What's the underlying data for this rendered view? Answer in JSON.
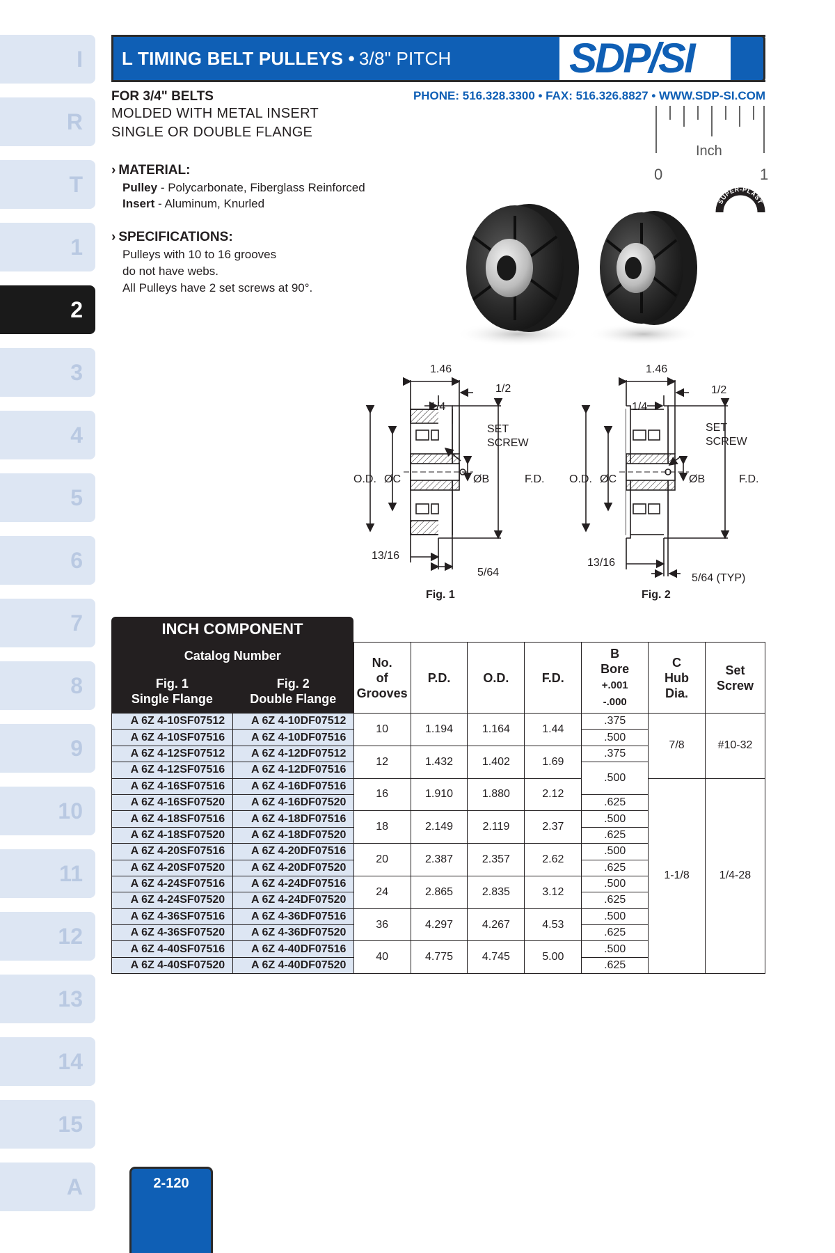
{
  "side_tabs": [
    "I",
    "R",
    "T",
    "1",
    "2",
    "3",
    "4",
    "5",
    "6",
    "7",
    "8",
    "9",
    "10",
    "11",
    "12",
    "13",
    "14",
    "15",
    "A"
  ],
  "active_tab": "2",
  "header": {
    "title_bold": "L TIMING BELT PULLEYS •",
    "title_light": "3/8\" PITCH",
    "logo": "SDP/SI"
  },
  "subtitle": {
    "belts": "FOR 3/4\" BELTS",
    "line1": "MOLDED WITH METAL INSERT",
    "line2": "SINGLE OR DOUBLE FLANGE"
  },
  "contact": "PHONE: 516.328.3300 • FAX: 516.326.8827 • WWW.SDP-SI.COM",
  "ruler": {
    "label": "Inch",
    "start": "0",
    "end": "1"
  },
  "badge_text": "SUPER-PLAST",
  "material": {
    "heading": "MATERIAL:",
    "pulley_label": "Pulley",
    "pulley_text": " - Polycarbonate, Fiberglass Reinforced",
    "insert_label": "Insert",
    "insert_text": " - Aluminum, Knurled"
  },
  "specifications": {
    "heading": "SPECIFICATIONS:",
    "lines": [
      "Pulleys with 10 to 16 grooves",
      "do not have webs.",
      "All Pulleys have 2 set screws at 90°."
    ]
  },
  "figures": {
    "fig1": {
      "caption": "Fig. 1",
      "dim_width": "1.46",
      "dim_half": "1/2",
      "dim_quarter": "1/4",
      "set_screw_1": "SET",
      "set_screw_2": "SCREW",
      "od": "O.D.",
      "c": "ØC",
      "b": "ØB",
      "fd": "F.D.",
      "hub": "13/16",
      "flange": "5/64"
    },
    "fig2": {
      "caption": "Fig. 2",
      "dim_width": "1.46",
      "dim_half": "1/2",
      "dim_quarter": "1/4",
      "set_screw_1": "SET",
      "set_screw_2": "SCREW",
      "od": "O.D.",
      "c": "ØC",
      "b": "ØB",
      "fd": "F.D.",
      "hub": "13/16",
      "flange": "5/64 (TYP)"
    }
  },
  "table": {
    "section_title": "INCH COMPONENT",
    "catalog_title": "Catalog Number",
    "fig1_head_1": "Fig. 1",
    "fig1_head_2": "Single Flange",
    "fig2_head_1": "Fig. 2",
    "fig2_head_2": "Double Flange",
    "grooves_head": [
      "No.",
      "of",
      "Grooves"
    ],
    "pd_head": "P.D.",
    "od_head": "O.D.",
    "fd_head": "F.D.",
    "bore_head": [
      "B",
      "Bore",
      "+.001",
      "-.000"
    ],
    "hub_head": [
      "C",
      "Hub",
      "Dia."
    ],
    "screw_head": [
      "Set",
      "Screw"
    ],
    "rows": [
      {
        "sf": "A 6Z 4-10SF07512",
        "df": "A 6Z 4-10DF07512"
      },
      {
        "sf": "A 6Z 4-10SF07516",
        "df": "A 6Z 4-10DF07516"
      },
      {
        "sf": "A 6Z 4-12SF07512",
        "df": "A 6Z 4-12DF07512"
      },
      {
        "sf": "A 6Z 4-12SF07516",
        "df": "A 6Z 4-12DF07516"
      },
      {
        "sf": "A 6Z 4-16SF07516",
        "df": "A 6Z 4-16DF07516"
      },
      {
        "sf": "A 6Z 4-16SF07520",
        "df": "A 6Z 4-16DF07520"
      },
      {
        "sf": "A 6Z 4-18SF07516",
        "df": "A 6Z 4-18DF07516"
      },
      {
        "sf": "A 6Z 4-18SF07520",
        "df": "A 6Z 4-18DF07520"
      },
      {
        "sf": "A 6Z 4-20SF07516",
        "df": "A 6Z 4-20DF07516"
      },
      {
        "sf": "A 6Z 4-20SF07520",
        "df": "A 6Z 4-20DF07520"
      },
      {
        "sf": "A 6Z 4-24SF07516",
        "df": "A 6Z 4-24DF07516"
      },
      {
        "sf": "A 6Z 4-24SF07520",
        "df": "A 6Z 4-24DF07520"
      },
      {
        "sf": "A 6Z 4-36SF07516",
        "df": "A 6Z 4-36DF07516"
      },
      {
        "sf": "A 6Z 4-36SF07520",
        "df": "A 6Z 4-36DF07520"
      },
      {
        "sf": "A 6Z 4-40SF07516",
        "df": "A 6Z 4-40DF07516"
      },
      {
        "sf": "A 6Z 4-40SF07520",
        "df": "A 6Z 4-40DF07520"
      }
    ],
    "groups": [
      {
        "grooves": "10",
        "pd": "1.194",
        "od": "1.164",
        "fd": "1.44"
      },
      {
        "grooves": "12",
        "pd": "1.432",
        "od": "1.402",
        "fd": "1.69"
      },
      {
        "grooves": "16",
        "pd": "1.910",
        "od": "1.880",
        "fd": "2.12"
      },
      {
        "grooves": "18",
        "pd": "2.149",
        "od": "2.119",
        "fd": "2.37"
      },
      {
        "grooves": "20",
        "pd": "2.387",
        "od": "2.357",
        "fd": "2.62"
      },
      {
        "grooves": "24",
        "pd": "2.865",
        "od": "2.835",
        "fd": "3.12"
      },
      {
        "grooves": "36",
        "pd": "4.297",
        "od": "4.267",
        "fd": "4.53"
      },
      {
        "grooves": "40",
        "pd": "4.775",
        "od": "4.745",
        "fd": "5.00"
      }
    ],
    "bores": [
      ".375",
      ".500",
      ".375",
      ".500",
      ".625",
      ".500",
      ".625",
      ".500",
      ".625",
      ".500",
      ".625",
      ".500",
      ".625",
      ".500",
      ".625"
    ],
    "hub_small": "7/8",
    "screw_small": "#10-32",
    "hub_large": "1-1/8",
    "screw_large": "1/4-28"
  },
  "page_number": "2-120"
}
